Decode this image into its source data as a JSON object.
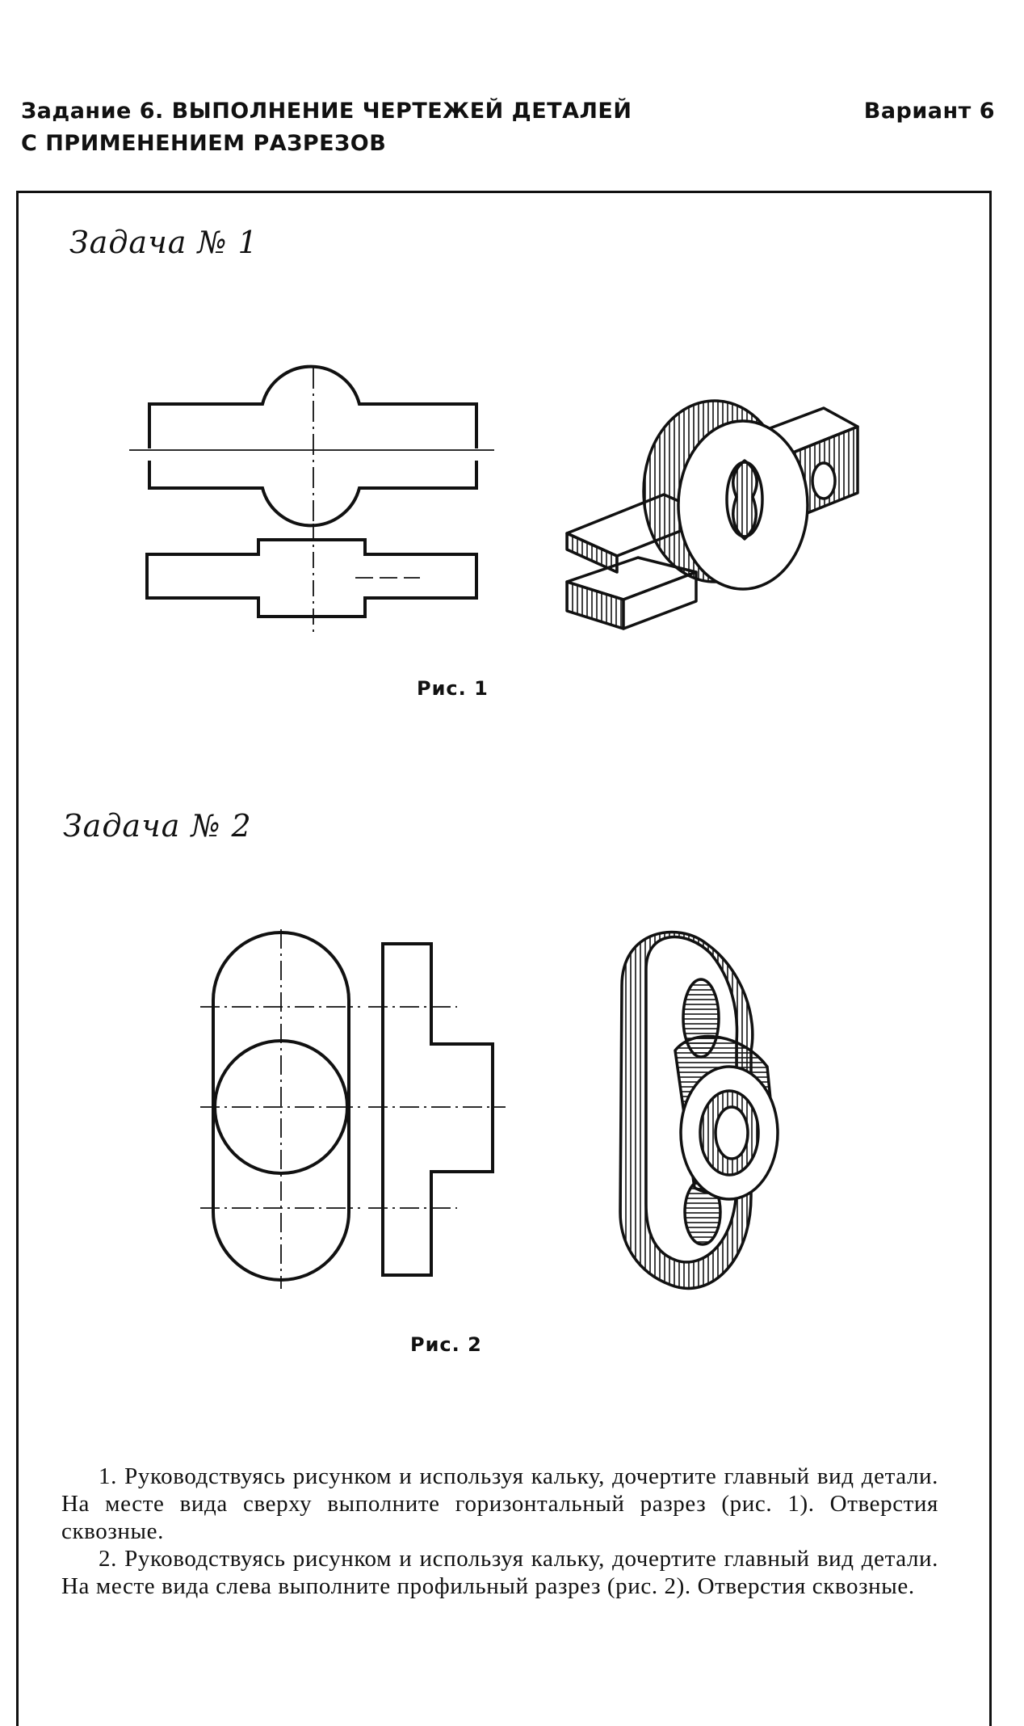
{
  "header": {
    "title_line1": "Задание 6. ВЫПОЛНЕНИЕ ЧЕРТЕЖЕЙ ДЕТАЛЕЙ",
    "title_line2": "С ПРИМЕНЕНИЕМ РАЗРЕЗОВ",
    "variant": "Вариант 6"
  },
  "tasks": [
    {
      "title": "Задача № 1",
      "caption": "Рис. 1"
    },
    {
      "title": "Задача № 2",
      "caption": "Рис. 2"
    }
  ],
  "instructions": [
    "1. Руководствуясь рисунком и используя кальку, дочертите главный вид детали. На месте вида сверху выполните горизонтальный разрез (рис. 1). Отверстия сквозные.",
    "2. Руководствуясь рисунком и используя кальку, дочертите главный вид детали. На месте вида слева выполните профильный разрез (рис. 2). Отверстия сквозные."
  ]
}
